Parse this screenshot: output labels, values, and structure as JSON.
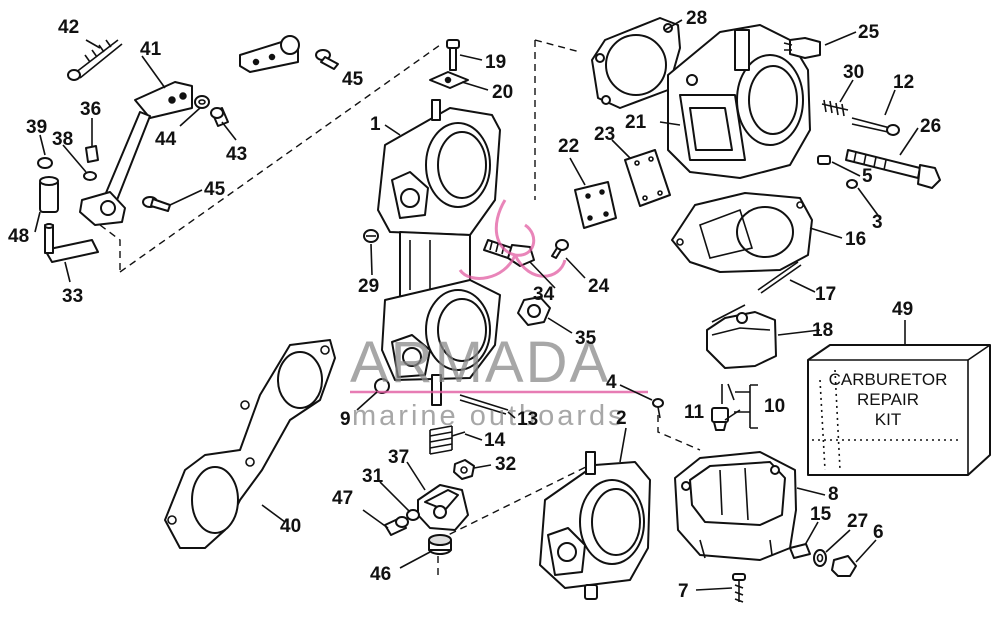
{
  "callouts": [
    {
      "id": "42",
      "label": "42"
    },
    {
      "id": "41",
      "label": "41"
    },
    {
      "id": "36",
      "label": "36"
    },
    {
      "id": "39",
      "label": "39"
    },
    {
      "id": "38",
      "label": "38"
    },
    {
      "id": "44",
      "label": "44"
    },
    {
      "id": "43",
      "label": "43"
    },
    {
      "id": "45a",
      "label": "45"
    },
    {
      "id": "45b",
      "label": "45"
    },
    {
      "id": "48",
      "label": "48"
    },
    {
      "id": "33",
      "label": "33"
    },
    {
      "id": "19",
      "label": "19"
    },
    {
      "id": "20",
      "label": "20"
    },
    {
      "id": "1",
      "label": "1"
    },
    {
      "id": "29",
      "label": "29"
    },
    {
      "id": "34",
      "label": "34"
    },
    {
      "id": "24",
      "label": "24"
    },
    {
      "id": "35",
      "label": "35"
    },
    {
      "id": "22",
      "label": "22"
    },
    {
      "id": "23",
      "label": "23"
    },
    {
      "id": "28",
      "label": "28"
    },
    {
      "id": "21",
      "label": "21"
    },
    {
      "id": "25",
      "label": "25"
    },
    {
      "id": "30",
      "label": "30"
    },
    {
      "id": "12",
      "label": "12"
    },
    {
      "id": "26",
      "label": "26"
    },
    {
      "id": "5",
      "label": "5"
    },
    {
      "id": "3",
      "label": "3"
    },
    {
      "id": "16",
      "label": "16"
    },
    {
      "id": "17",
      "label": "17"
    },
    {
      "id": "18",
      "label": "18"
    },
    {
      "id": "49",
      "label": "49"
    },
    {
      "id": "4",
      "label": "4"
    },
    {
      "id": "11",
      "label": "11"
    },
    {
      "id": "10",
      "label": "10"
    },
    {
      "id": "9",
      "label": "9"
    },
    {
      "id": "13",
      "label": "13"
    },
    {
      "id": "2",
      "label": "2"
    },
    {
      "id": "14",
      "label": "14"
    },
    {
      "id": "37",
      "label": "37"
    },
    {
      "id": "32",
      "label": "32"
    },
    {
      "id": "31",
      "label": "31"
    },
    {
      "id": "47",
      "label": "47"
    },
    {
      "id": "40",
      "label": "40"
    },
    {
      "id": "46",
      "label": "46"
    },
    {
      "id": "8",
      "label": "8"
    },
    {
      "id": "15",
      "label": "15"
    },
    {
      "id": "27",
      "label": "27"
    },
    {
      "id": "6",
      "label": "6"
    },
    {
      "id": "7",
      "label": "7"
    }
  ],
  "kit_box": {
    "line1": "CARBURETOR",
    "line2": "REPAIR",
    "line3": "KIT"
  },
  "watermark": {
    "brand": "ARMADA",
    "tagline": "marine outboards",
    "color": "#e25ca2"
  }
}
